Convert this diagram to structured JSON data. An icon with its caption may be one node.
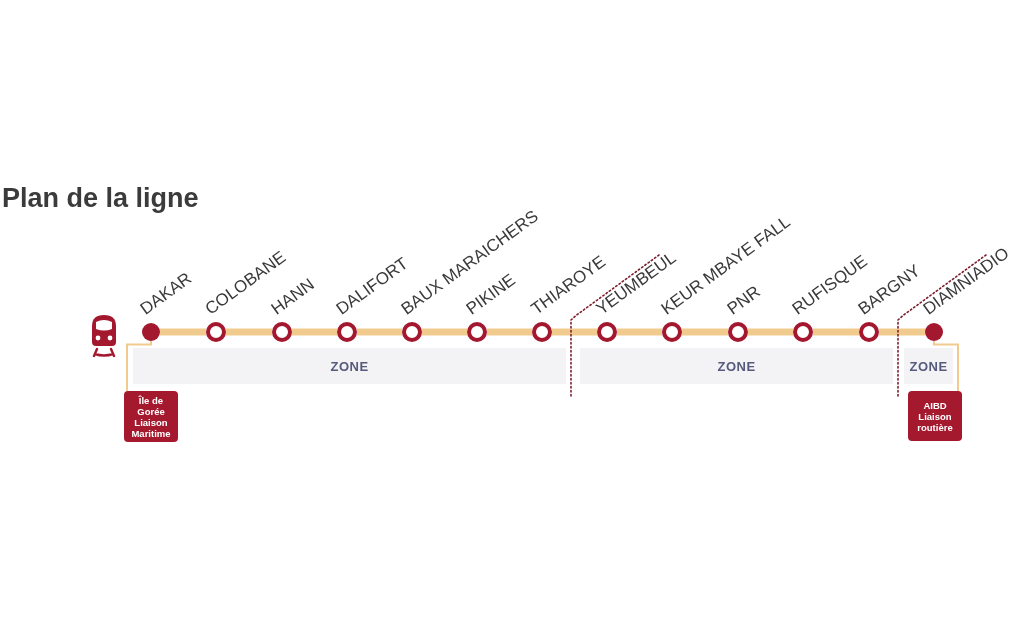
{
  "diagram": {
    "title": "Plan de la ligne",
    "nodes": [
      {
        "text": [],
        "shape": "circle",
        "beside": [
          "DAKAR"
        ]
      },
      {
        "text": [],
        "shape": "circle",
        "beside": [
          "COLOBANE"
        ]
      },
      {
        "text": [],
        "shape": "circle",
        "beside": [
          "HANN"
        ]
      },
      {
        "text": [],
        "shape": "circle",
        "beside": [
          "DALIFORT"
        ]
      },
      {
        "text": [],
        "shape": "circle",
        "beside": [
          "BAUX MARAICHERS"
        ]
      },
      {
        "text": [],
        "shape": "circle",
        "beside": [
          "PIKINE"
        ]
      },
      {
        "text": [],
        "shape": "circle",
        "beside": [
          "THIAROYE"
        ]
      },
      {
        "text": [],
        "shape": "circle",
        "beside": [
          "YEUMBEUL"
        ]
      },
      {
        "text": [],
        "shape": "circle",
        "beside": [
          "KEUR MBAYE FALL"
        ]
      },
      {
        "text": [],
        "shape": "circle",
        "beside": [
          "PNR"
        ]
      },
      {
        "text": [],
        "shape": "circle",
        "beside": [
          "RUFISQUE"
        ]
      },
      {
        "text": [],
        "shape": "circle",
        "beside": [
          "BARGNY"
        ]
      },
      {
        "text": [],
        "shape": "circle",
        "beside": [
          "DIAMNIADIO"
        ]
      },
      {
        "text": [
          "ZONE"
        ]
      },
      {
        "text": [
          "ZONE"
        ]
      },
      {
        "text": [
          "ZONE"
        ]
      },
      {
        "text": [
          "Île de Gorée Liaison Maritime"
        ]
      },
      {
        "text": [
          "AIBD Liaison routière"
        ]
      }
    ],
    "edges": [
      {
        "from": 0,
        "to": 1,
        "arrow": "none"
      },
      {
        "from": 1,
        "to": 2,
        "arrow": "none"
      },
      {
        "from": 2,
        "to": 3,
        "arrow": "none"
      },
      {
        "from": 3,
        "to": 4,
        "arrow": "none"
      },
      {
        "from": 4,
        "to": 5,
        "arrow": "none"
      },
      {
        "from": 5,
        "to": 6,
        "arrow": "none"
      },
      {
        "from": 6,
        "to": 7,
        "arrow": "none"
      },
      {
        "from": 7,
        "to": 8,
        "arrow": "none"
      },
      {
        "from": 8,
        "to": 9,
        "arrow": "none"
      },
      {
        "from": 9,
        "to": 10,
        "arrow": "none"
      },
      {
        "from": 10,
        "to": 11,
        "arrow": "none"
      },
      {
        "from": 11,
        "to": 12,
        "arrow": "none"
      },
      {
        "from": 0,
        "to": 16,
        "arrow": "none"
      },
      {
        "from": 12,
        "to": 17,
        "arrow": "none"
      }
    ]
  }
}
